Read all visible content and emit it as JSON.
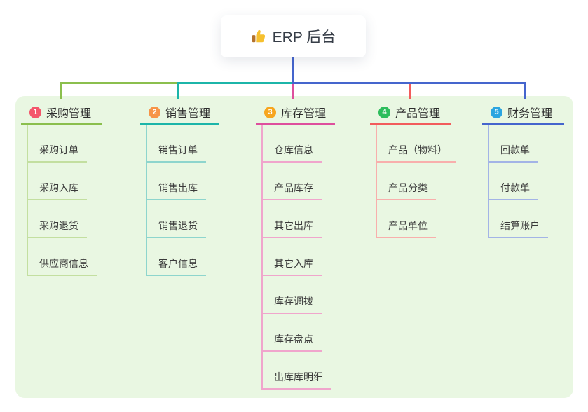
{
  "root": {
    "icon": "thumbs-up-icon",
    "title": "ERP 后台",
    "line_color": "#4565cd"
  },
  "panel": {
    "background": "#e9f7e2"
  },
  "branches": [
    {
      "index": "1",
      "title": "采购管理",
      "badge_color": "#f4566b",
      "line_color": "#8bbf4d",
      "sub_line_color": "#c3dfa0",
      "items": [
        "采购订单",
        "采购入库",
        "采购退货",
        "供应商信息"
      ]
    },
    {
      "index": "2",
      "title": "销售管理",
      "badge_color": "#f79447",
      "line_color": "#1cb5a9",
      "sub_line_color": "#8ed5cd",
      "items": [
        "销售订单",
        "销售出库",
        "销售退货",
        "客户信息"
      ]
    },
    {
      "index": "3",
      "title": "库存管理",
      "badge_color": "#f7a61f",
      "line_color": "#de4f9d",
      "sub_line_color": "#f0a5cc",
      "items": [
        "仓库信息",
        "产品库存",
        "其它出库",
        "其它入库",
        "库存调拨",
        "库存盘点",
        "出库库明细"
      ]
    },
    {
      "index": "4",
      "title": "产品管理",
      "badge_color": "#2dbd5c",
      "line_color": "#f25c5c",
      "sub_line_color": "#f8afac",
      "items": [
        "产品（物料）",
        "产品分类",
        "产品单位"
      ]
    },
    {
      "index": "5",
      "title": "财务管理",
      "badge_color": "#2aa5e0",
      "line_color": "#4565cd",
      "sub_line_color": "#a3b4e6",
      "items": [
        "回款单",
        "付款单",
        "结算账户"
      ]
    }
  ]
}
